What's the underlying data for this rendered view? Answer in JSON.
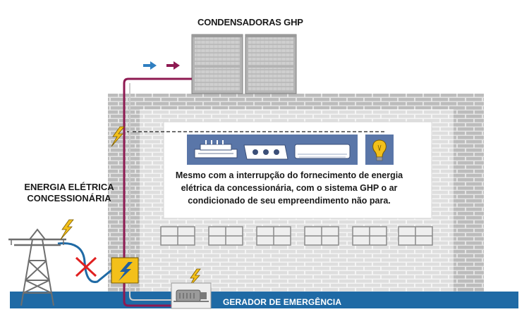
{
  "condensers": {
    "title": "CONDENSADORAS GHP"
  },
  "grid": {
    "title_line1": "ENERGIA ELÉTRICA",
    "title_line2": "CONCESSIONÁRIA"
  },
  "generator": {
    "label": "GERADOR DE EMERGÊNCIA"
  },
  "caption": "Mesmo com a interrupção do fornecimento de energia elétrica da concessionária, com o sistema GHP o ar condicionado de seu empreendimento não para.",
  "colors": {
    "ground": "#1f6aa5",
    "refrigerant_pipe": "#8e1a52",
    "grid_cable": "#1f6aa5",
    "wall": "#bcbcbc",
    "mortar": "#e4e4e4",
    "accent_yellow": "#f3c01a",
    "panel_blue": "#5a76a8",
    "cross": "#e02020"
  },
  "icons": [
    "lightning-bolt-icon",
    "cross-icon",
    "flow-arrow-icon",
    "light-bulb-icon"
  ]
}
